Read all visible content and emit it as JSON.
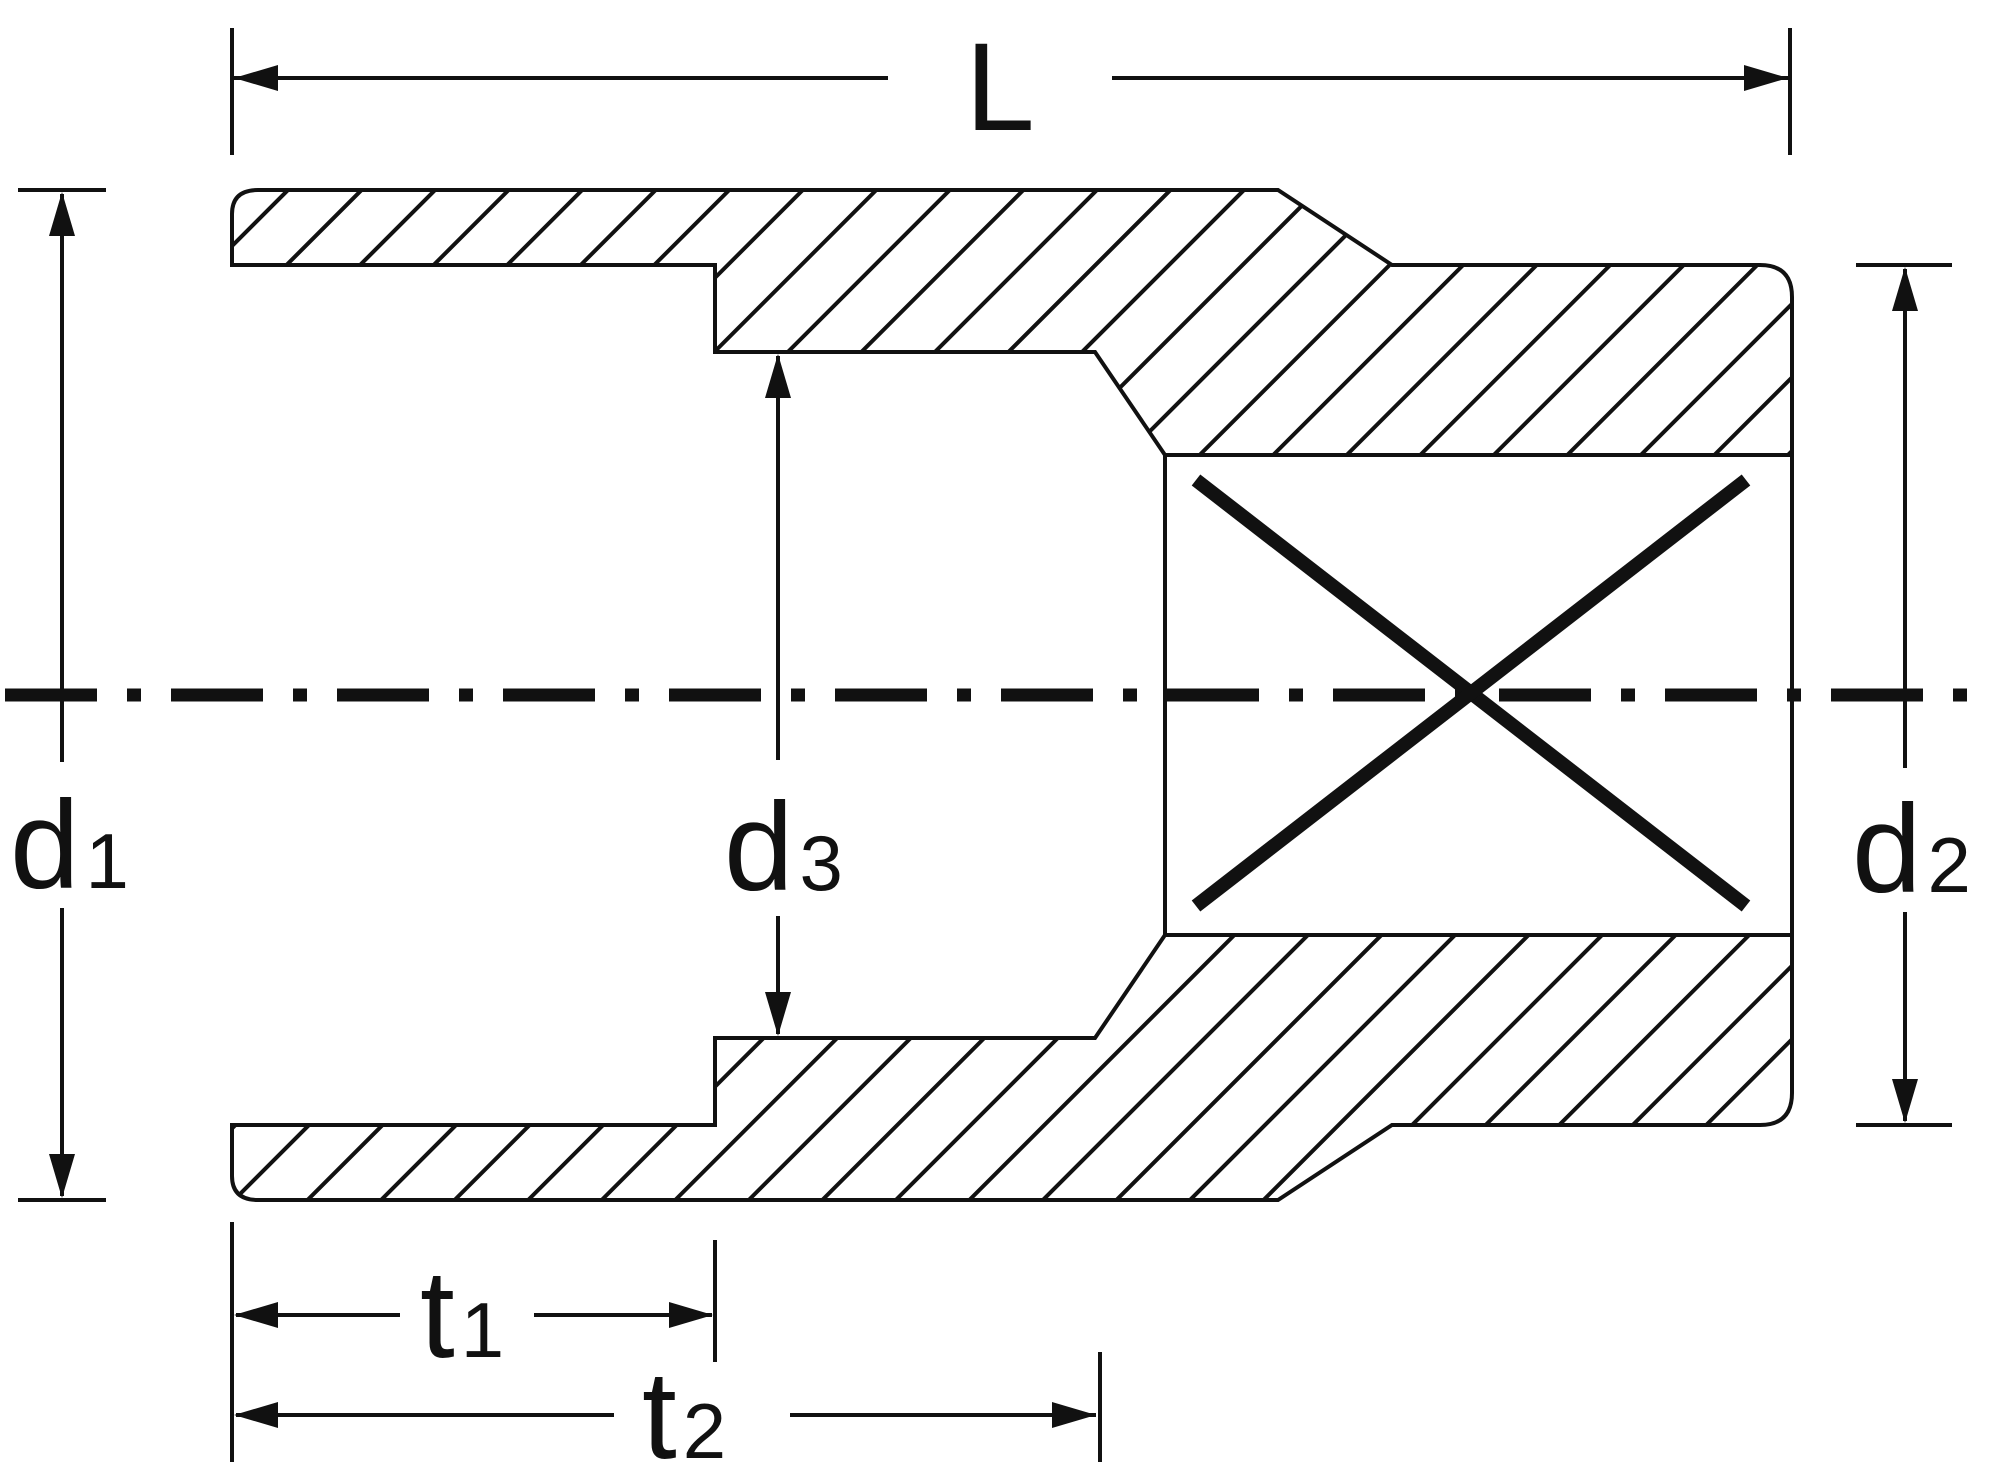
{
  "page": {
    "background_color": "#ffffff",
    "line_color": "#111111"
  },
  "diagram": {
    "type": "technical-cross-section-drawing",
    "subject": "socket-wrench-socket-side-section-with-dimension-callouts",
    "dimensions": {
      "length": {
        "symbol": "L",
        "subscript": ""
      },
      "d1": {
        "symbol": "d",
        "subscript": "1"
      },
      "d2": {
        "symbol": "d",
        "subscript": "2"
      },
      "d3": {
        "symbol": "d",
        "subscript": "3"
      },
      "t1": {
        "symbol": "t",
        "subscript": "1"
      },
      "t2": {
        "symbol": "t",
        "subscript": "2"
      }
    }
  }
}
